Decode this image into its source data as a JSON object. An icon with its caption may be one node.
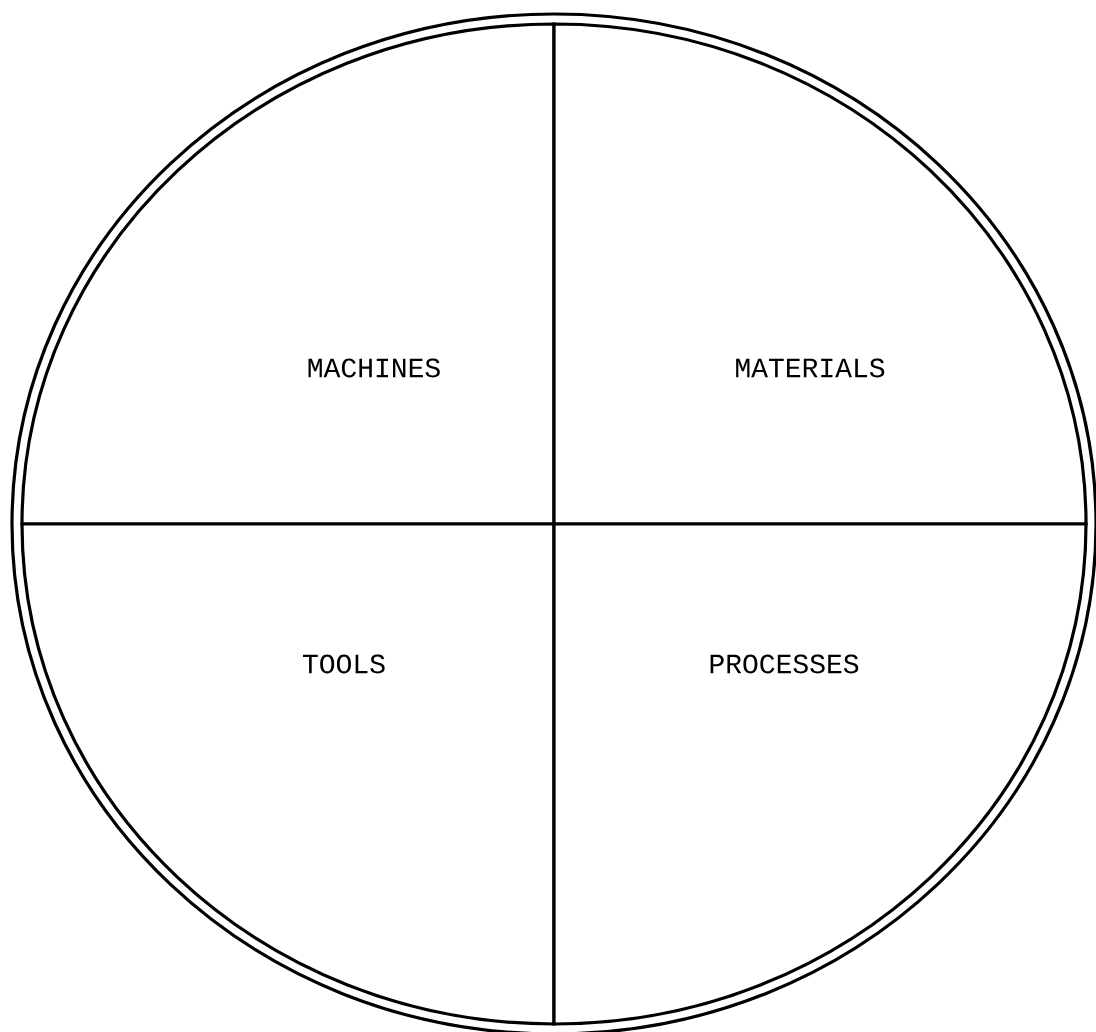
{
  "diagram": {
    "nodes": [
      {
        "text": [
          "MACHINES"
        ]
      },
      {
        "text": [
          "MATERIALS"
        ]
      },
      {
        "text": [
          "TOOLS"
        ]
      },
      {
        "text": [
          "PROCESSES"
        ]
      }
    ]
  }
}
